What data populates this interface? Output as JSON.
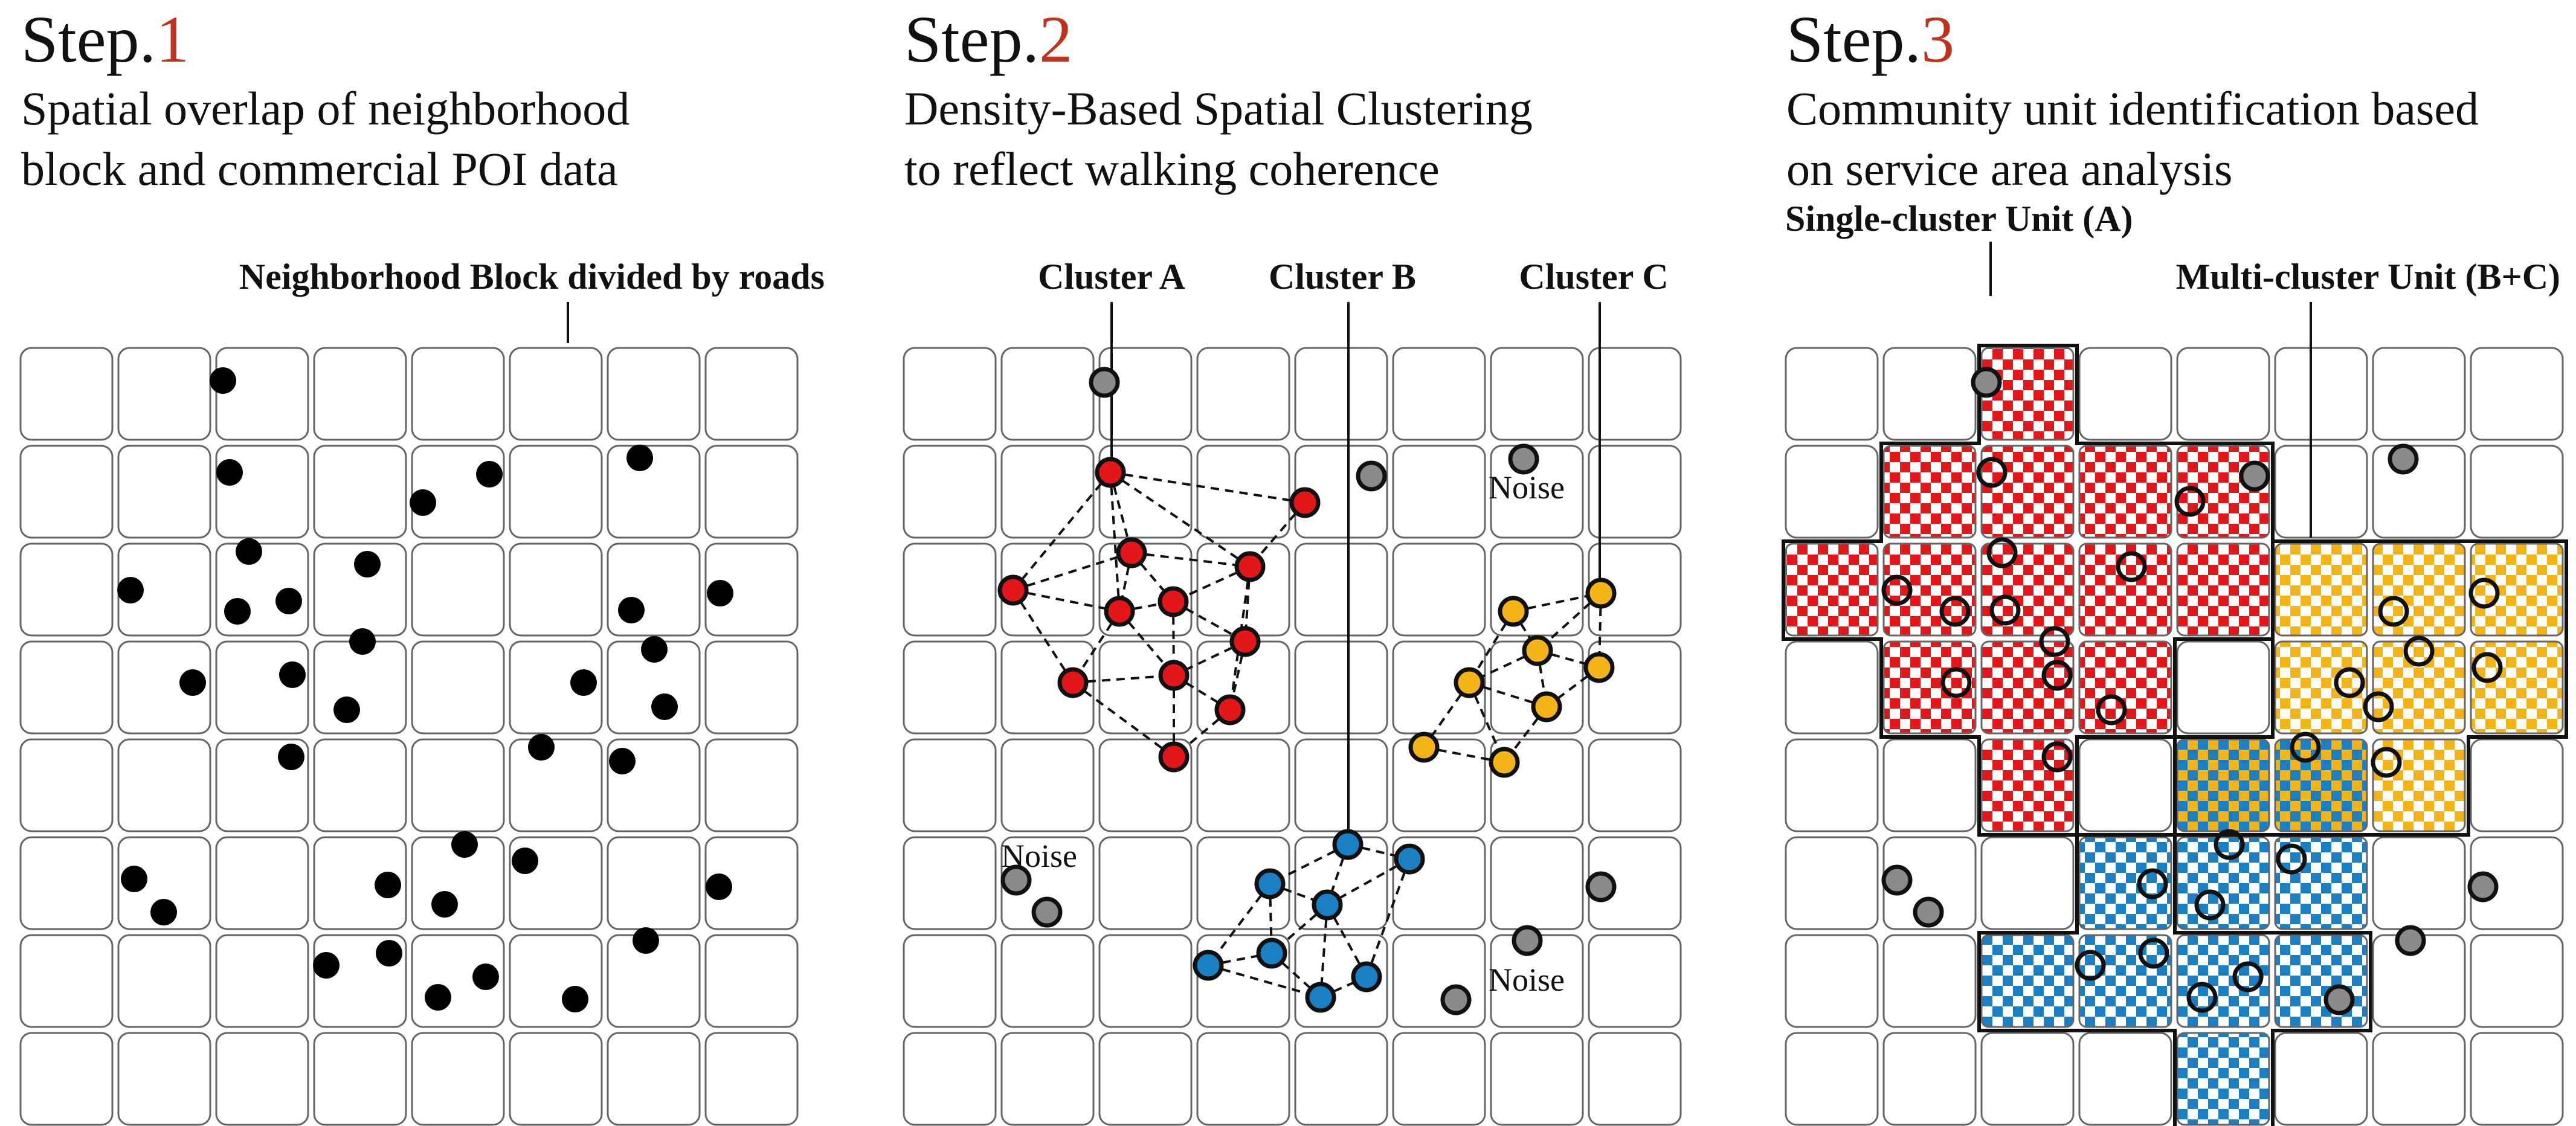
{
  "steps": [
    {
      "word": "Step.",
      "num": "1",
      "desc": [
        "Spatial overlap of neighborhood",
        "block and commercial POI data"
      ],
      "labels": [
        "Neighborhood Block divided by roads"
      ]
    },
    {
      "word": "Step.",
      "num": "2",
      "desc": [
        "Density-Based Spatial Clustering",
        "to reflect walking coherence"
      ],
      "labels": [
        "Cluster A",
        "Cluster B",
        "Cluster C"
      ],
      "noise": [
        "Noise",
        "Noise",
        "Noise"
      ]
    },
    {
      "word": "Step.",
      "num": "3",
      "desc": [
        "Community unit identification based",
        "on service area analysis"
      ],
      "labels": [
        "Single-cluster Unit (A)",
        "Multi-cluster Unit (B+C)"
      ]
    }
  ],
  "colors": {
    "accent": "#c0321c",
    "cluster_a": "#e3161a",
    "cluster_b": "#1b7fc4",
    "cluster_c": "#f4b418",
    "noise": "#8a8a8a",
    "poi": "#000000",
    "grid_border": "#666666"
  },
  "grid": {
    "rows": 8,
    "cols": 8
  }
}
